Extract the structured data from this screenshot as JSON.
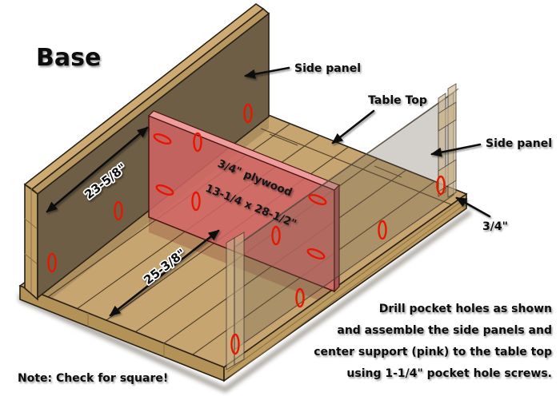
{
  "title": "Base",
  "labels": {
    "side_panel_left": "Side panel",
    "table_top": "Table Top",
    "side_panel_right": "Side panel",
    "edge_thickness": "3/4\""
  },
  "dimensions": {
    "panel_length": "23-5/8\"",
    "table_depth": "25-3/8\""
  },
  "center_support": {
    "line1": "3/4\" plywood",
    "line2": "13-1/4 x 28-1/2\""
  },
  "note": "Note: Check for square!",
  "instructions": {
    "lines": [
      "Drill pocket holes as shown",
      "and assemble the side panels and",
      "center support (pink) to the table top",
      "using 1-1/4\" pocket hole screws."
    ]
  },
  "pocket_holes": {
    "count": 14
  },
  "colors": {
    "wood_top": "#c6a571",
    "wood_edge_left": "#b29256",
    "wood_edge_right": "#bc9b60",
    "panel_inner": "#6d5e45",
    "panel_edge": "#cdab73",
    "center_support": "#d06464",
    "center_support_top": "#ee9c9c",
    "center_support_side": "#a85555",
    "pocket_hole": "#e81500"
  }
}
